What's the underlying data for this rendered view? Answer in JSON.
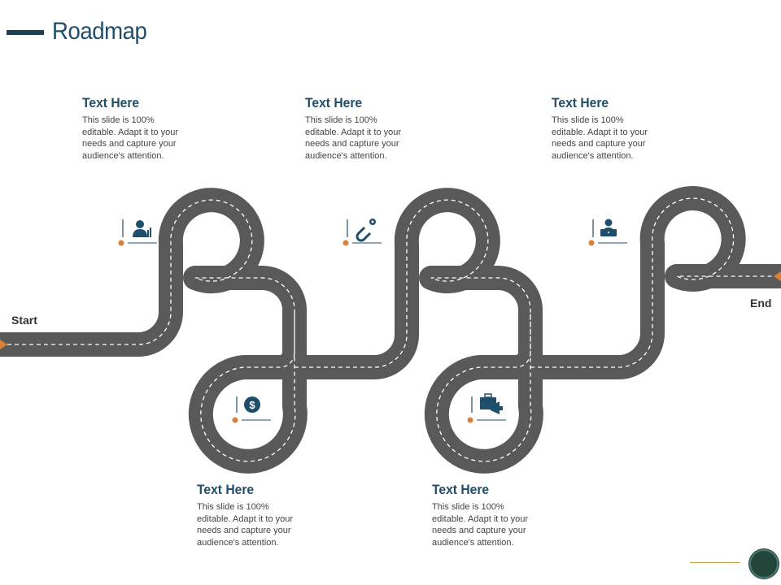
{
  "header": {
    "title": "Roadmap"
  },
  "road": {
    "start_label": "Start",
    "end_label": "End"
  },
  "milestones": [
    {
      "heading": "Text Here",
      "body": [
        "This slide is 100%",
        "editable. Adapt it to your",
        "needs and capture your",
        "audience's attention."
      ],
      "icon": "user-chart-icon"
    },
    {
      "heading": "Text Here",
      "body": [
        "This slide is 100%",
        "editable. Adapt it to your",
        "needs and capture your",
        "audience's attention."
      ],
      "icon": "dollar-coin-icon"
    },
    {
      "heading": "Text Here",
      "body": [
        "This slide is 100%",
        "editable. Adapt it to your",
        "needs and capture your",
        "audience's attention."
      ],
      "icon": "magnet-user-icon"
    },
    {
      "heading": "Text Here",
      "body": [
        "This slide is 100%",
        "editable. Adapt it to your",
        "needs and capture your",
        "audience's attention."
      ],
      "icon": "briefcase-megaphone-icon"
    },
    {
      "heading": "Text Here",
      "body": [
        "This slide is 100%",
        "editable. Adapt it to your",
        "needs and capture your",
        "audience's attention."
      ],
      "icon": "person-laptop-icon"
    }
  ],
  "colors": {
    "road": "#595959",
    "title": "#1f4e6b",
    "accent": "#d9813a",
    "icon": "#1f4e6b"
  }
}
